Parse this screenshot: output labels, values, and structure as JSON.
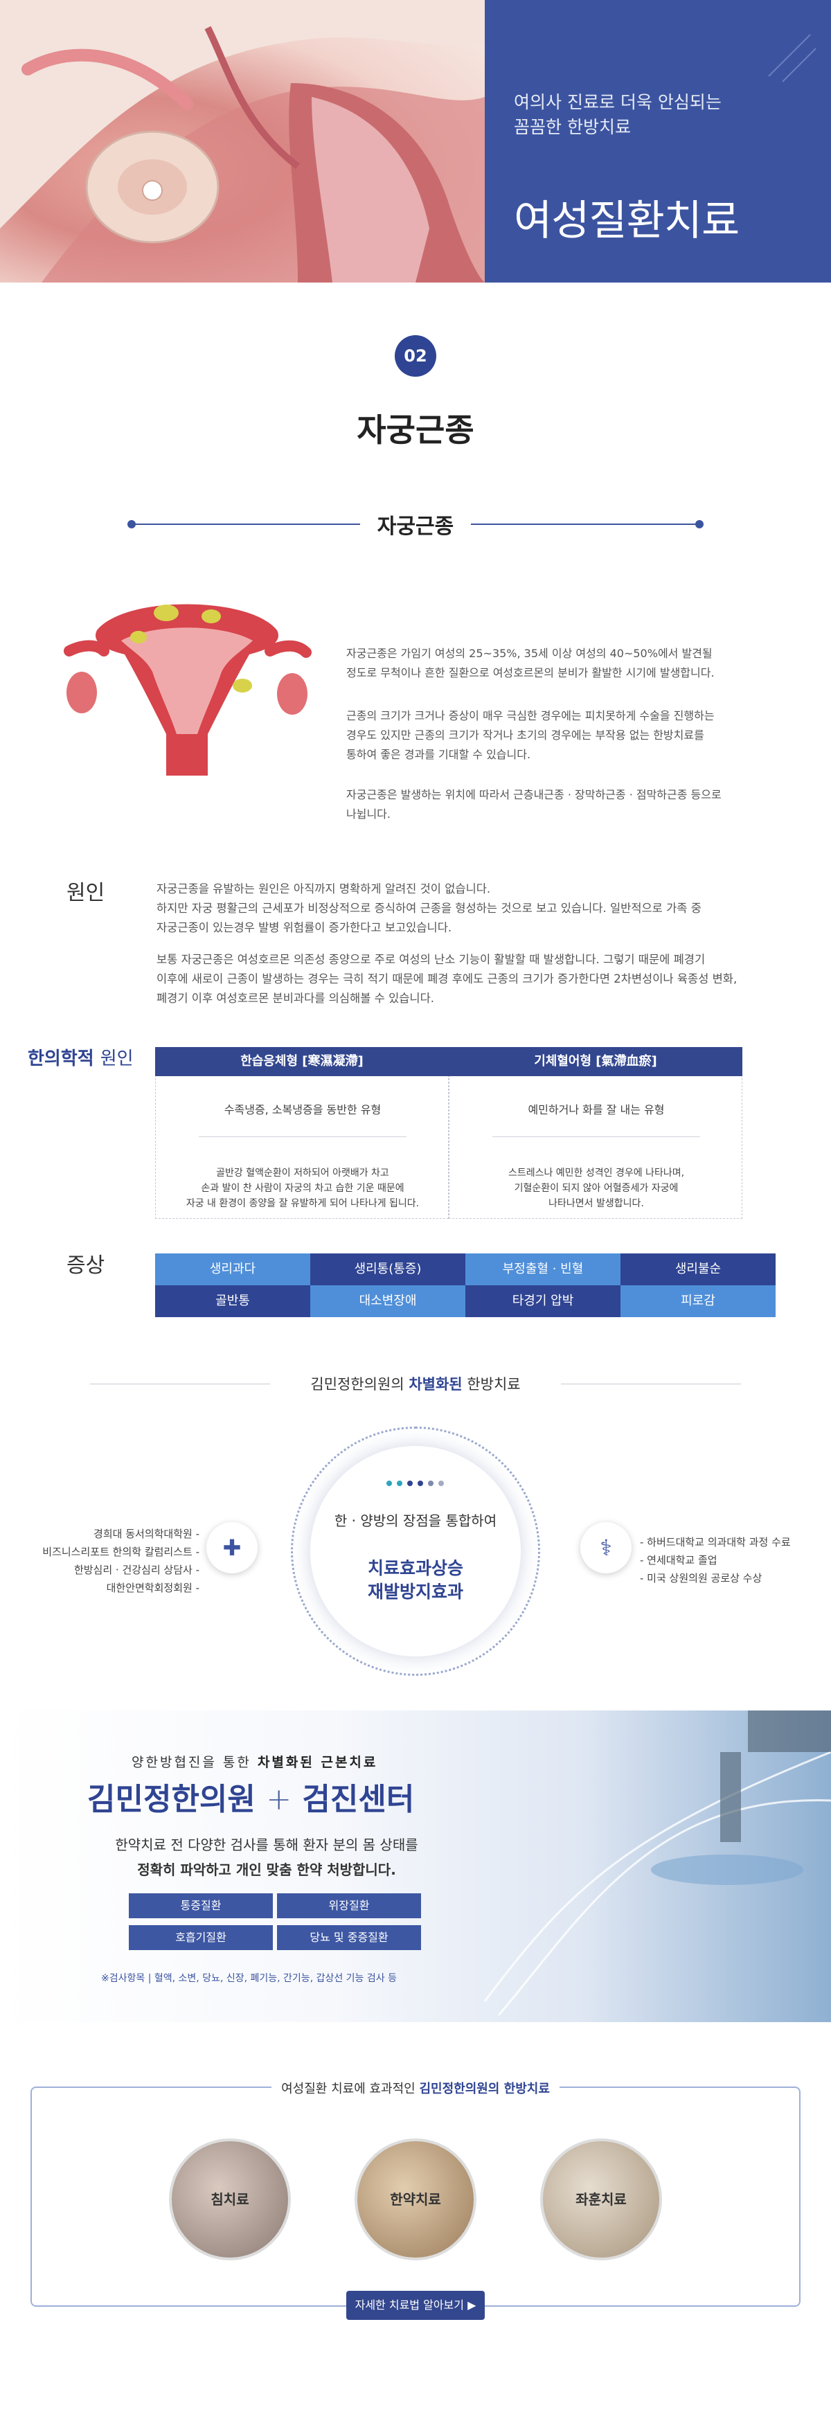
{
  "hero": {
    "subtitle_line1": "여의사 진료로 더욱 안심되는",
    "subtitle_line2": "꼼꼼한 한방치료",
    "title": "여성질환치료"
  },
  "section": {
    "number": "02",
    "title": "자궁근종",
    "subtitle": "자궁근종"
  },
  "intro": {
    "p1_line1": "자궁근종은 가임기 여성의 25~35%, 35세 이상 여성의 40~50%에서 발견될",
    "p1_line2": "정도로 무척이나 흔한 질환으로 여성호르몬의 분비가 활발한 시기에 발생합니다.",
    "p2_line1": "근종의 크기가 크거나 증상이 매우 극심한 경우에는 피치못하게 수술을 진행하는",
    "p2_line2": "경우도 있지만 근종의 크기가 작거나 초기의 경우에는 부작용 없는 한방치료를",
    "p2_line3": "통하여 좋은 경과를 기대할 수 있습니다.",
    "p3_line1": "자궁근종은 발생하는 위치에 따라서 근층내근종 · 장막하근종 · 점막하근종 등으로",
    "p3_line2": "나뉩니다."
  },
  "cause": {
    "label": "원인",
    "p1_line1": "자궁근종을 유발하는 원인은 아직까지 명확하게 알려진 것이 없습니다.",
    "p1_line2": "하지만 자궁 평활근의 근세포가 비정상적으로 증식하여 근종을 형성하는 것으로 보고 있습니다. 일반적으로 가족 중",
    "p1_line3": "자궁근종이 있는경우 발병 위험률이 증가한다고 보고있습니다.",
    "p2_line1": "보통 자궁근종은 여성호르몬 의존성 종양으로 주로 여성의 난소 기능이 활발할 때 발생합니다. 그렇기 때문에 폐경기",
    "p2_line2": "이후에 새로이 근종이 발생하는 경우는 극히 적기 때문에 폐경 후에도 근종의 크기가 증가한다면 2차변성이나 육종성 변화,",
    "p2_line3": "폐경기 이후 여성호르몬 분비과다를 의심해볼 수 있습니다."
  },
  "herbal_cause": {
    "label_bold": "한의학적",
    "label_rest": "원인",
    "cards": [
      {
        "head": "한습응체형 [寒濕凝滯]",
        "line1": "수족냉증, 소복냉증을 동반한 유형",
        "desc1": "골반강 혈액순환이 저하되어 아랫배가 차고",
        "desc2": "손과 발이 찬 사람이 자궁의 차고 습한 기운 때문에",
        "desc3": "자궁 내 환경이 종양을 잘 유발하게 되어 나타나게 됩니다."
      },
      {
        "head": "기체혈어형 [氣滯血瘀]",
        "line1": "예민하거나 화를 잘 내는 유형",
        "desc1": "스트레스나 예민한 성격인 경우에 나타나며,",
        "desc2": "기혈순환이 되지 않아 어혈증세가 자궁에",
        "desc3": "나타나면서 발생합니다."
      }
    ]
  },
  "symptoms": {
    "label": "증상",
    "items": [
      "생리과다",
      "생리통(통증)",
      "부정출혈 · 빈혈",
      "생리불순",
      "골반통",
      "대소변장애",
      "타경기 압박",
      "피로감"
    ],
    "colors": [
      "#4f8fd9",
      "#2f4492",
      "#4f8fd9",
      "#2f4492",
      "#2f4492",
      "#4f8fd9",
      "#2f4492",
      "#4f8fd9"
    ]
  },
  "differentiated": {
    "title_prefix": "김민정한의원의",
    "title_bold": "차별화된",
    "title_suffix": "한방치료",
    "circle_line1": "한 · 양방의 장점을 통합하여",
    "circle_line2a": "치료효과상승",
    "circle_line2b": "재발방지효과",
    "left_items": [
      "경희대 동서의학대학원 -",
      "비즈니스리포트 한의학 칼럼리스트 -",
      "한방심리 · 건강심리 상담사 -",
      "대한안면학회정회원 -"
    ],
    "right_items": [
      "- 하버드대학교 의과대학 과정 수료",
      "- 연세대학교 졸업",
      "- 미국 상원의원 공로상 수상"
    ]
  },
  "banner": {
    "sub_a": "양한방협진을 통한",
    "sub_b": "차별화된 근본치료",
    "title_a": "김민정한의원",
    "title_plus": "+",
    "title_b": "검진센터",
    "desc_line1": "한약치료 전 다양한 검사를 통해 환자 분의 몸 상태를",
    "desc_line2": "정확히 파악하고 개인 맞춤 한약 처방합니다.",
    "buttons": [
      "통증질환",
      "위장질환",
      "호흡기질환",
      "당뇨 및 중증질환"
    ],
    "note": "※검사항목 | 혈액, 소변, 당뇨, 신장, 폐기능, 간기능, 갑상선 기능 검사 등"
  },
  "treatments": {
    "title_prefix": "여성질환 치료에 효과적인",
    "title_bold": "김민정한의원의 한방치료",
    "items": [
      "침치료",
      "한약치료",
      "좌훈치료"
    ],
    "more": "자세한 치료법 알아보기 ▶"
  }
}
